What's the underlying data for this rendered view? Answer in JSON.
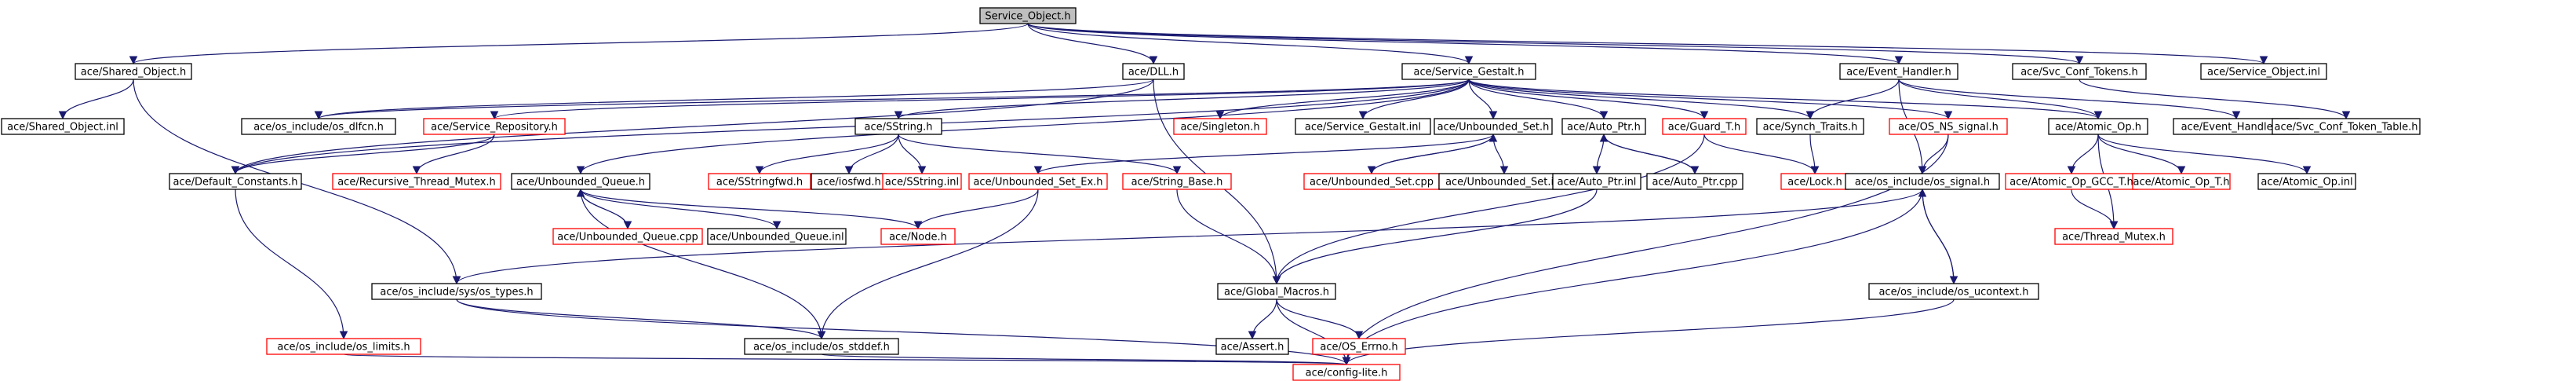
{
  "colors": {
    "edge": "#191970",
    "box_normal": "#000000",
    "box_external": "#ff0000",
    "root_fill": "#bfbfbf"
  },
  "nodes": [
    {
      "id": "service_object_h",
      "label": "Service_Object.h",
      "kind": "root"
    },
    {
      "id": "shared_object_h",
      "label": "ace/Shared_Object.h",
      "kind": "normal"
    },
    {
      "id": "dll_h",
      "label": "ace/DLL.h",
      "kind": "normal"
    },
    {
      "id": "service_gestalt_h",
      "label": "ace/Service_Gestalt.h",
      "kind": "normal"
    },
    {
      "id": "event_handler_h",
      "label": "ace/Event_Handler.h",
      "kind": "normal"
    },
    {
      "id": "svc_conf_tokens_h",
      "label": "ace/Svc_Conf_Tokens.h",
      "kind": "normal"
    },
    {
      "id": "service_object_inl",
      "label": "ace/Service_Object.inl",
      "kind": "normal"
    },
    {
      "id": "shared_object_inl",
      "label": "ace/Shared_Object.inl",
      "kind": "normal"
    },
    {
      "id": "os_dlfcn_h",
      "label": "ace/os_include/os_dlfcn.h",
      "kind": "normal"
    },
    {
      "id": "service_repository_h",
      "label": "ace/Service_Repository.h",
      "kind": "external"
    },
    {
      "id": "sstring_h",
      "label": "ace/SString.h",
      "kind": "normal"
    },
    {
      "id": "singleton_h",
      "label": "ace/Singleton.h",
      "kind": "external"
    },
    {
      "id": "service_gestalt_inl",
      "label": "ace/Service_Gestalt.inl",
      "kind": "normal"
    },
    {
      "id": "unbounded_set_h",
      "label": "ace/Unbounded_Set.h",
      "kind": "normal"
    },
    {
      "id": "auto_ptr_h",
      "label": "ace/Auto_Ptr.h",
      "kind": "normal"
    },
    {
      "id": "guard_t_h",
      "label": "ace/Guard_T.h",
      "kind": "external"
    },
    {
      "id": "synch_traits_h",
      "label": "ace/Synch_Traits.h",
      "kind": "normal"
    },
    {
      "id": "os_ns_signal_h",
      "label": "ace/OS_NS_signal.h",
      "kind": "external"
    },
    {
      "id": "atomic_op_h",
      "label": "ace/Atomic_Op.h",
      "kind": "normal"
    },
    {
      "id": "event_handler_inl",
      "label": "ace/Event_Handler.inl",
      "kind": "normal"
    },
    {
      "id": "svc_conf_token_table_h",
      "label": "ace/Svc_Conf_Token_Table.h",
      "kind": "normal"
    },
    {
      "id": "default_constants_h",
      "label": "ace/Default_Constants.h",
      "kind": "normal"
    },
    {
      "id": "recursive_thread_mutex_h",
      "label": "ace/Recursive_Thread_Mutex.h",
      "kind": "external"
    },
    {
      "id": "unbounded_queue_h",
      "label": "ace/Unbounded_Queue.h",
      "kind": "normal"
    },
    {
      "id": "sstringfwd_h",
      "label": "ace/SStringfwd.h",
      "kind": "external"
    },
    {
      "id": "iosfwd_h",
      "label": "ace/iosfwd.h",
      "kind": "normal"
    },
    {
      "id": "sstring_inl",
      "label": "ace/SString.inl",
      "kind": "external"
    },
    {
      "id": "unbounded_set_ex_h",
      "label": "ace/Unbounded_Set_Ex.h",
      "kind": "external"
    },
    {
      "id": "string_base_h",
      "label": "ace/String_Base.h",
      "kind": "external"
    },
    {
      "id": "unbounded_set_cpp",
      "label": "ace/Unbounded_Set.cpp",
      "kind": "external"
    },
    {
      "id": "unbounded_set_inl",
      "label": "ace/Unbounded_Set.inl",
      "kind": "normal"
    },
    {
      "id": "auto_ptr_inl",
      "label": "ace/Auto_Ptr.inl",
      "kind": "normal"
    },
    {
      "id": "auto_ptr_cpp",
      "label": "ace/Auto_Ptr.cpp",
      "kind": "normal"
    },
    {
      "id": "lock_h",
      "label": "ace/Lock.h",
      "kind": "external"
    },
    {
      "id": "os_signal_h",
      "label": "ace/os_include/os_signal.h",
      "kind": "normal"
    },
    {
      "id": "atomic_op_gcc_t_h",
      "label": "ace/Atomic_Op_GCC_T.h",
      "kind": "external"
    },
    {
      "id": "atomic_op_t_h",
      "label": "ace/Atomic_Op_T.h",
      "kind": "external"
    },
    {
      "id": "atomic_op_inl",
      "label": "ace/Atomic_Op.inl",
      "kind": "normal"
    },
    {
      "id": "unbounded_queue_cpp",
      "label": "ace/Unbounded_Queue.cpp",
      "kind": "external"
    },
    {
      "id": "unbounded_queue_inl",
      "label": "ace/Unbounded_Queue.inl",
      "kind": "normal"
    },
    {
      "id": "node_h",
      "label": "ace/Node.h",
      "kind": "external"
    },
    {
      "id": "thread_mutex_h",
      "label": "ace/Thread_Mutex.h",
      "kind": "external"
    },
    {
      "id": "sys_types_h",
      "label": "ace/os_include/sys/os_types.h",
      "kind": "normal"
    },
    {
      "id": "global_macros_h",
      "label": "ace/Global_Macros.h",
      "kind": "normal"
    },
    {
      "id": "os_ucontext_h",
      "label": "ace/os_include/os_ucontext.h",
      "kind": "normal"
    },
    {
      "id": "os_limits_h",
      "label": "ace/os_include/os_limits.h",
      "kind": "external"
    },
    {
      "id": "os_stddef_h",
      "label": "ace/os_include/os_stddef.h",
      "kind": "normal"
    },
    {
      "id": "assert_h",
      "label": "ace/Assert.h",
      "kind": "normal"
    },
    {
      "id": "os_errno_h",
      "label": "ace/OS_Errno.h",
      "kind": "external"
    },
    {
      "id": "config_lite_h",
      "label": "ace/config-lite.h",
      "kind": "external"
    }
  ],
  "edges": [
    [
      "service_object_h",
      "shared_object_h"
    ],
    [
      "service_object_h",
      "dll_h"
    ],
    [
      "service_object_h",
      "service_gestalt_h"
    ],
    [
      "service_object_h",
      "event_handler_h"
    ],
    [
      "service_object_h",
      "svc_conf_tokens_h"
    ],
    [
      "service_object_h",
      "service_object_inl"
    ],
    [
      "shared_object_h",
      "shared_object_inl"
    ],
    [
      "shared_object_h",
      "sys_types_h"
    ],
    [
      "dll_h",
      "os_dlfcn_h"
    ],
    [
      "dll_h",
      "global_macros_h"
    ],
    [
      "dll_h",
      "default_constants_h"
    ],
    [
      "service_gestalt_h",
      "os_dlfcn_h"
    ],
    [
      "service_gestalt_h",
      "service_repository_h"
    ],
    [
      "service_gestalt_h",
      "sstring_h"
    ],
    [
      "service_gestalt_h",
      "singleton_h"
    ],
    [
      "service_gestalt_h",
      "service_gestalt_inl"
    ],
    [
      "service_gestalt_h",
      "unbounded_set_h"
    ],
    [
      "service_gestalt_h",
      "auto_ptr_h"
    ],
    [
      "service_gestalt_h",
      "guard_t_h"
    ],
    [
      "service_gestalt_h",
      "synch_traits_h"
    ],
    [
      "service_gestalt_h",
      "os_ns_signal_h"
    ],
    [
      "service_gestalt_h",
      "atomic_op_h"
    ],
    [
      "service_gestalt_h",
      "default_constants_h"
    ],
    [
      "service_gestalt_h",
      "unbounded_queue_h"
    ],
    [
      "service_repository_h",
      "default_constants_h"
    ],
    [
      "service_repository_h",
      "recursive_thread_mutex_h"
    ],
    [
      "sstring_h",
      "sstringfwd_h"
    ],
    [
      "sstring_h",
      "iosfwd_h"
    ],
    [
      "sstring_h",
      "sstring_inl"
    ],
    [
      "sstring_h",
      "string_base_h"
    ],
    [
      "unbounded_set_h",
      "unbounded_set_ex_h"
    ],
    [
      "unbounded_set_h",
      "unbounded_set_cpp"
    ],
    [
      "unbounded_set_h",
      "unbounded_set_inl"
    ],
    [
      "unbounded_set_cpp",
      "unbounded_set_h"
    ],
    [
      "unbounded_set_ex_h",
      "node_h"
    ],
    [
      "unbounded_set_ex_h",
      "os_stddef_h"
    ],
    [
      "auto_ptr_h",
      "auto_ptr_inl"
    ],
    [
      "auto_ptr_h",
      "auto_ptr_cpp"
    ],
    [
      "auto_ptr_cpp",
      "auto_ptr_h"
    ],
    [
      "auto_ptr_inl",
      "global_macros_h"
    ],
    [
      "guard_t_h",
      "lock_h"
    ],
    [
      "guard_t_h",
      "global_macros_h"
    ],
    [
      "synch_traits_h",
      "lock_h"
    ],
    [
      "os_ns_signal_h",
      "os_signal_h"
    ],
    [
      "os_ns_signal_h",
      "config_lite_h"
    ],
    [
      "atomic_op_h",
      "atomic_op_gcc_t_h"
    ],
    [
      "atomic_op_h",
      "atomic_op_t_h"
    ],
    [
      "atomic_op_h",
      "atomic_op_inl"
    ],
    [
      "atomic_op_h",
      "thread_mutex_h"
    ],
    [
      "atomic_op_gcc_t_h",
      "thread_mutex_h"
    ],
    [
      "event_handler_h",
      "event_handler_inl"
    ],
    [
      "event_handler_h",
      "synch_traits_h"
    ],
    [
      "event_handler_h",
      "atomic_op_h"
    ],
    [
      "event_handler_h",
      "os_signal_h"
    ],
    [
      "svc_conf_tokens_h",
      "svc_conf_token_table_h"
    ],
    [
      "default_constants_h",
      "os_limits_h"
    ],
    [
      "unbounded_queue_h",
      "unbounded_queue_cpp"
    ],
    [
      "unbounded_queue_h",
      "unbounded_queue_inl"
    ],
    [
      "unbounded_queue_h",
      "node_h"
    ],
    [
      "unbounded_queue_h",
      "os_stddef_h"
    ],
    [
      "unbounded_queue_cpp",
      "unbounded_queue_h"
    ],
    [
      "string_base_h",
      "global_macros_h"
    ],
    [
      "os_signal_h",
      "sys_types_h"
    ],
    [
      "os_signal_h",
      "os_ucontext_h"
    ],
    [
      "os_signal_h",
      "config_lite_h"
    ],
    [
      "os_ucontext_h",
      "os_signal_h"
    ],
    [
      "os_ucontext_h",
      "config_lite_h"
    ],
    [
      "sys_types_h",
      "os_stddef_h"
    ],
    [
      "sys_types_h",
      "config_lite_h"
    ],
    [
      "os_stddef_h",
      "config_lite_h"
    ],
    [
      "os_limits_h",
      "config_lite_h"
    ],
    [
      "global_macros_h",
      "assert_h"
    ],
    [
      "global_macros_h",
      "os_errno_h"
    ],
    [
      "global_macros_h",
      "config_lite_h"
    ]
  ]
}
